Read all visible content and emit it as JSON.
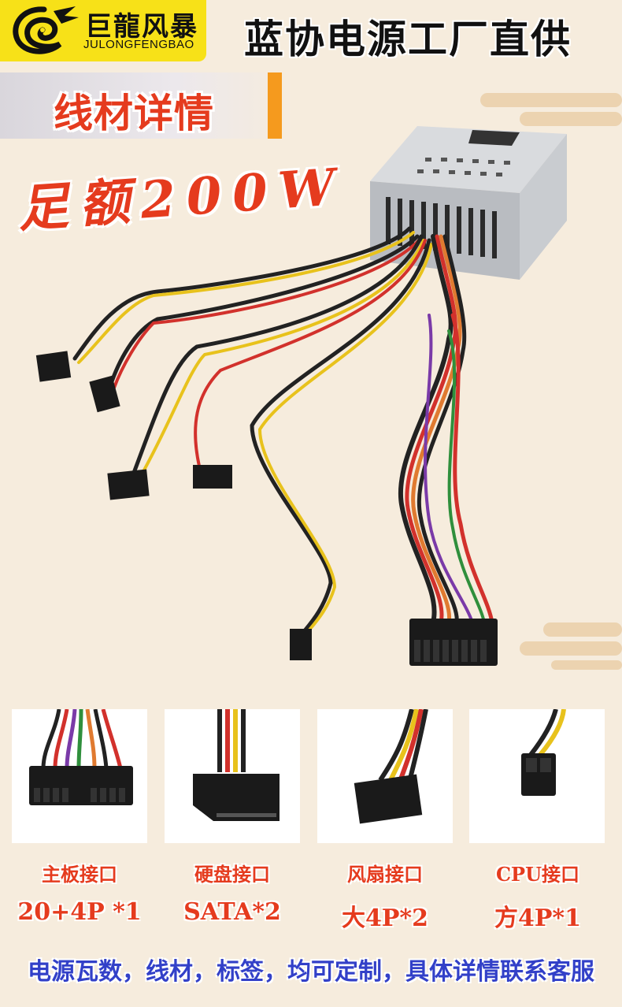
{
  "brand": {
    "name_cn": "巨龍风暴",
    "name_en": "JULONGFENGBAO",
    "color": "#f7e118"
  },
  "header": {
    "title": "蓝协电源工厂直供"
  },
  "banner": {
    "label": "线材详情",
    "accent_color": "#f59a1e"
  },
  "rating": {
    "label": "足额200W"
  },
  "connectors": [
    {
      "name": "主板接口",
      "spec": "20+4P *1"
    },
    {
      "name": "硬盘接口",
      "spec": "SATA*2"
    },
    {
      "name": "风扇接口",
      "spec": "大4P*2"
    },
    {
      "name": "CPU接口",
      "spec": "方4P*1"
    }
  ],
  "footer": {
    "note": "电源瓦数，线材，标签，均可定制，具体详情联系客服"
  },
  "colors": {
    "background": "#f6ecdd",
    "accent_red": "#e53b1e",
    "footer_blue": "#3240c8"
  }
}
